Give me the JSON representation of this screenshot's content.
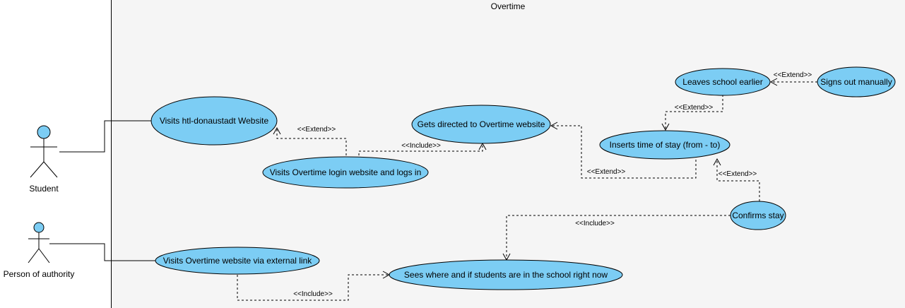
{
  "system": {
    "title": "Overtime",
    "colors": {
      "background": "#f5f5f5",
      "border": "#000000"
    }
  },
  "colors": {
    "usecase_fill": "#7ccdf4",
    "usecase_stroke": "#000000",
    "line": "#000000",
    "actor_head_fill": "#7ccdf4"
  },
  "actors": {
    "student": {
      "name": "Student",
      "icon": "stick-figure-icon"
    },
    "authority": {
      "name": "Person of authority",
      "icon": "stick-figure-icon"
    }
  },
  "usecases": {
    "visits_website": "Visits htl-donaustadt Website",
    "directed_overtime": "Gets directed to Overtime website",
    "login": "Visits Overtime login website and logs in",
    "leaves_early": "Leaves school earlier",
    "signs_out": "Signs out manually",
    "inserts_time": "Inserts time of stay (from - to)",
    "confirms_stay": "Confirms stay",
    "visits_external": "Visits Overtime website via external link",
    "sees_students": "Sees where and if students are in the school right now"
  },
  "relations": {
    "extend_login_website": "<<Extend>>",
    "include_login_directed": "<<Include>>",
    "extend_signs_leaves": "<<Extend>>",
    "extend_leaves_inserts": "<<Extend>>",
    "extend_inserts_directed": "<<Extend>>",
    "extend_confirms_inserts": "<<Extend>>",
    "include_confirms_sees": "<<Include>>",
    "include_external_sees": "<<Include>>"
  }
}
